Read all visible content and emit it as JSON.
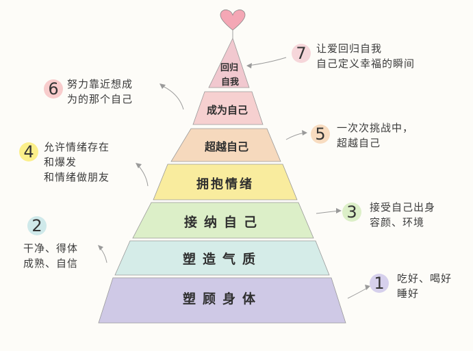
{
  "tiers": [
    {
      "level": 1,
      "label": "塑顾身体",
      "color": "#cfc9e6"
    },
    {
      "level": 2,
      "label": "塑造气质",
      "color": "#d5ece8"
    },
    {
      "level": 3,
      "label": "接纳自己",
      "color": "#dcefc8"
    },
    {
      "level": 4,
      "label": "拥抱情绪",
      "color": "#f9ec9e"
    },
    {
      "level": 5,
      "label": "超越自己",
      "color": "#f6d9bd"
    },
    {
      "level": 6,
      "label": "成为自己",
      "color": "#f6d0d0"
    },
    {
      "level": 7,
      "label_line1": "回归",
      "label_line2": "自我",
      "color": "#f1c8cf"
    }
  ],
  "heart_color": "#f4a7b5",
  "notes": {
    "n1": {
      "num": "1",
      "line1": "吃好、喝好",
      "line2": "睡好",
      "badge_color": "#d6d0ec"
    },
    "n2": {
      "num": "2",
      "line1": "干净、得体",
      "line2": "成熟、自信",
      "badge_color": "#cfe9ea"
    },
    "n3": {
      "num": "3",
      "line1": "接受自己出身",
      "line2": "容颜、环境",
      "badge_color": "#dcefc8"
    },
    "n4": {
      "num": "4",
      "line1": "允许情绪存在",
      "line2": "和爆发",
      "line3": "和情绪做朋友",
      "badge_color": "#fbef8a"
    },
    "n5": {
      "num": "5",
      "line1": "一次次挑战中，",
      "line2": "超越自己",
      "badge_color": "#f8dcc0"
    },
    "n6": {
      "num": "6",
      "line1": "努力靠近想成",
      "line2": "为的那个自己",
      "badge_color": "#f8cccc"
    },
    "n7": {
      "num": "7",
      "line1": "让爱回归自我",
      "line2": "自己定义幸福的瞬间",
      "badge_color": "#f6d6da"
    }
  }
}
